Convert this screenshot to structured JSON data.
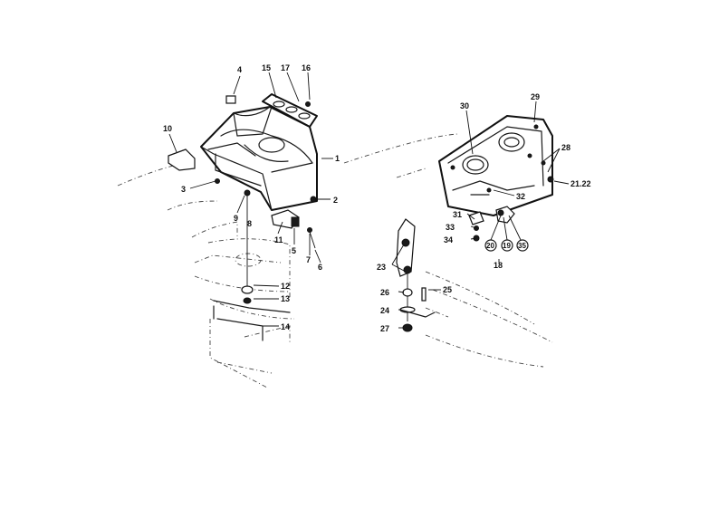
{
  "labels": {
    "l1": "1",
    "l2": "2",
    "l3": "3",
    "l4": "4",
    "l5": "5",
    "l6": "6",
    "l7": "7",
    "l8": "8",
    "l9": "9",
    "l10": "10",
    "l11": "11",
    "l12": "12",
    "l13": "13",
    "l14": "14",
    "l15": "15",
    "l16": "16",
    "l17": "17",
    "l21_22": "21.22",
    "l23": "23",
    "l24": "24",
    "l25": "25",
    "l26": "26",
    "l27": "27",
    "l28": "28",
    "l29": "29",
    "l30": "30",
    "l31": "31",
    "l32": "32",
    "l33": "33",
    "l34": "34",
    "c20": "20",
    "c19": "19",
    "c35": "35",
    "l18": "18"
  }
}
